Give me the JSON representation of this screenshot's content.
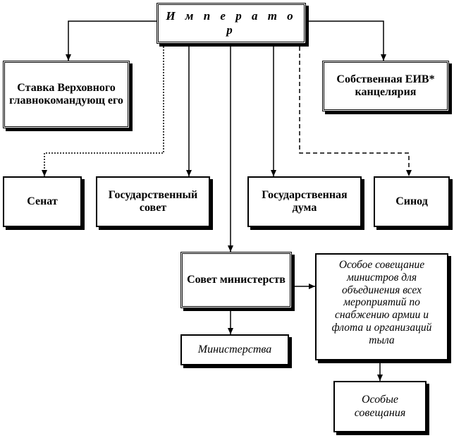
{
  "colors": {
    "line": "#000000",
    "box_fill": "#ffffff",
    "shadow": "#000000"
  },
  "nodes": {
    "emperor": "И м п е р а т о р",
    "stavka": "Ставка Верховного главнокомандующ его",
    "chancellery": "Собственная ЕИВ* канцелярия",
    "senate": "Сенат",
    "state_council": "Государственный совет",
    "state_duma": "Государственная дума",
    "synod": "Синод",
    "council_of_ministers": "Совет министерств",
    "special_meeting": "Особое совещание министров для объединения всех мероприятий по снабжению армии и флота и организаций тыла",
    "ministries": "Министерства",
    "special_meetings": "Особые совещания"
  }
}
